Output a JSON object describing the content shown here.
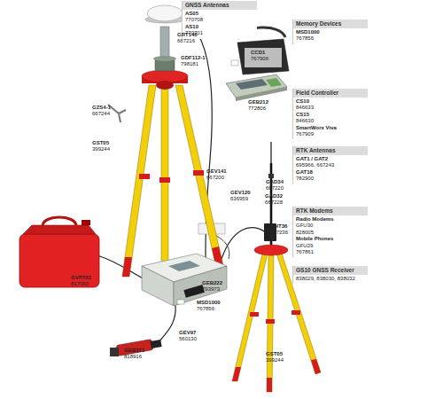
{
  "diagram": {
    "nodes": [
      {
        "text": [
          "GNSS Antennas",
          "AS05",
          "770708",
          "AS10",
          "770701"
        ]
      },
      {
        "text": [
          "Memory Devices",
          "MSD1000",
          "767856"
        ]
      },
      {
        "text": [
          "Field Controller",
          "CS10",
          "846633",
          "CS15",
          "846630",
          "SmartWorx Viva",
          "767909"
        ]
      },
      {
        "text": [
          "RTK Antennas",
          "GAT1 / GAT2",
          "695966, 667243",
          "GAT18",
          "782900"
        ]
      },
      {
        "text": [
          "RTK Modems",
          "Radio Modems",
          "GFU30",
          "828005",
          "Mobile Phones",
          "GFU29",
          "767861"
        ]
      },
      {
        "text": [
          "GS10 GNSS Receiver",
          "838029, 838030, 838032"
        ]
      }
    ],
    "labels": [
      "GRT146",
      "667216",
      "GDF112-1",
      "798181",
      "GZS4-1",
      "667244",
      "GST05",
      "399244",
      "GEV141",
      "667200",
      "CCD1",
      "767906",
      "GEB212",
      "772806",
      "GAD34",
      "667220",
      "GEV120",
      "636959",
      "GAD32",
      "667228",
      "GHT36",
      "667236",
      "GVP723",
      "817060",
      "GEB222",
      "793973",
      "MSD1000",
      "767856",
      "GEB371",
      "818916",
      "GEV97",
      "560130",
      "GST05",
      "399244"
    ]
  }
}
